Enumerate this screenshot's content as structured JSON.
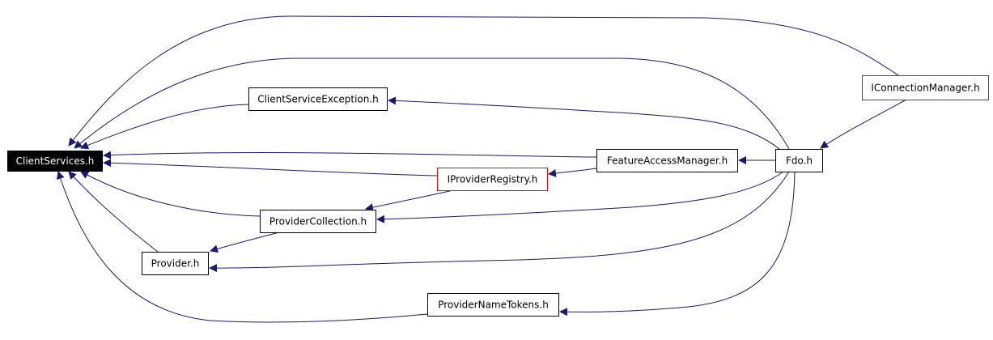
{
  "diagram": {
    "nodes": [
      {
        "id": "clientservices",
        "label": "ClientServices.h",
        "highlight": true
      },
      {
        "id": "clientserviceexception",
        "label": "ClientServiceException.h"
      },
      {
        "id": "featureaccessmanager",
        "label": "FeatureAccessManager.h"
      },
      {
        "id": "fdo",
        "label": "Fdo.h"
      },
      {
        "id": "iconnectionmanager",
        "label": "IConnectionManager.h",
        "truncated": true
      },
      {
        "id": "iproviderregistry",
        "label": "IProviderRegistry.h",
        "truncated": true
      },
      {
        "id": "providercollection",
        "label": "ProviderCollection.h"
      },
      {
        "id": "provider",
        "label": "Provider.h"
      },
      {
        "id": "providernametokens",
        "label": "ProviderNameTokens.h"
      }
    ],
    "edges": [
      {
        "from": "iconnectionmanager",
        "to": "clientservices"
      },
      {
        "from": "iconnectionmanager",
        "to": "fdo"
      },
      {
        "from": "fdo",
        "to": "clientservices"
      },
      {
        "from": "fdo",
        "to": "clientserviceexception"
      },
      {
        "from": "fdo",
        "to": "featureaccessmanager"
      },
      {
        "from": "fdo",
        "to": "providercollection"
      },
      {
        "from": "fdo",
        "to": "provider"
      },
      {
        "from": "fdo",
        "to": "providernametokens"
      },
      {
        "from": "clientserviceexception",
        "to": "clientservices"
      },
      {
        "from": "featureaccessmanager",
        "to": "clientservices"
      },
      {
        "from": "featureaccessmanager",
        "to": "iproviderregistry"
      },
      {
        "from": "iproviderregistry",
        "to": "clientservices"
      },
      {
        "from": "iproviderregistry",
        "to": "providercollection"
      },
      {
        "from": "providercollection",
        "to": "clientservices"
      },
      {
        "from": "providercollection",
        "to": "provider"
      },
      {
        "from": "provider",
        "to": "clientservices"
      },
      {
        "from": "providernametokens",
        "to": "clientservices"
      }
    ],
    "colors": {
      "edge": "#191970",
      "node_border": "#000000",
      "truncated_border": "#ff0000",
      "highlight_fill": "#000000",
      "highlight_text": "#ffffff",
      "text": "#000000"
    }
  }
}
